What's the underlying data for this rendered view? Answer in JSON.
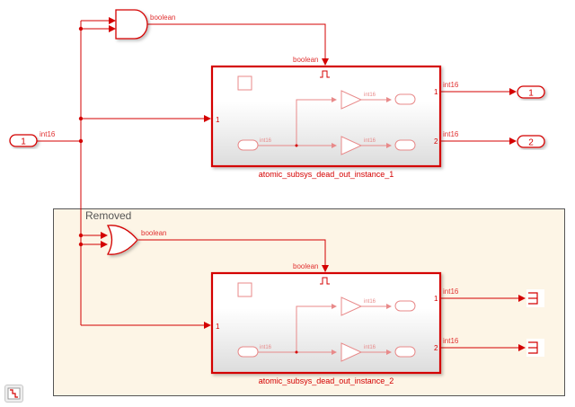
{
  "colors": {
    "signal": "#d40000",
    "signal_label": "#e03030",
    "inner_faded": "#e88a8a",
    "area_fill": "#fdf5e6",
    "area_border": "#555555"
  },
  "area": {
    "label": "Removed"
  },
  "inport": {
    "number": "1",
    "signal_type": "int16"
  },
  "and_gate": {
    "type": "AND",
    "output_type": "boolean"
  },
  "or_gate": {
    "type": "OR",
    "output_type": "boolean"
  },
  "subsystems": [
    {
      "name": "atomic_subsys_dead_out_instance_1",
      "trigger_type": "boolean",
      "trigger_symbol": "⎍",
      "input_port_label": "1",
      "output_port_labels": [
        "1",
        "2"
      ],
      "output_types": [
        "int16",
        "int16"
      ],
      "inner_signal_types": [
        "int16",
        "int16",
        "int16"
      ]
    },
    {
      "name": "atomic_subsys_dead_out_instance_2",
      "trigger_type": "boolean",
      "trigger_symbol": "⎍",
      "input_port_label": "1",
      "output_port_labels": [
        "1",
        "2"
      ],
      "output_types": [
        "int16",
        "int16"
      ],
      "inner_signal_types": [
        "int16",
        "int16",
        "int16"
      ]
    }
  ],
  "outports": [
    {
      "number": "1"
    },
    {
      "number": "2"
    }
  ],
  "terminators": [
    {
      "icon": "terminator-icon"
    },
    {
      "icon": "terminator-icon"
    }
  ],
  "toolbar": {
    "fit_view_icon": "fit-to-view-icon"
  }
}
